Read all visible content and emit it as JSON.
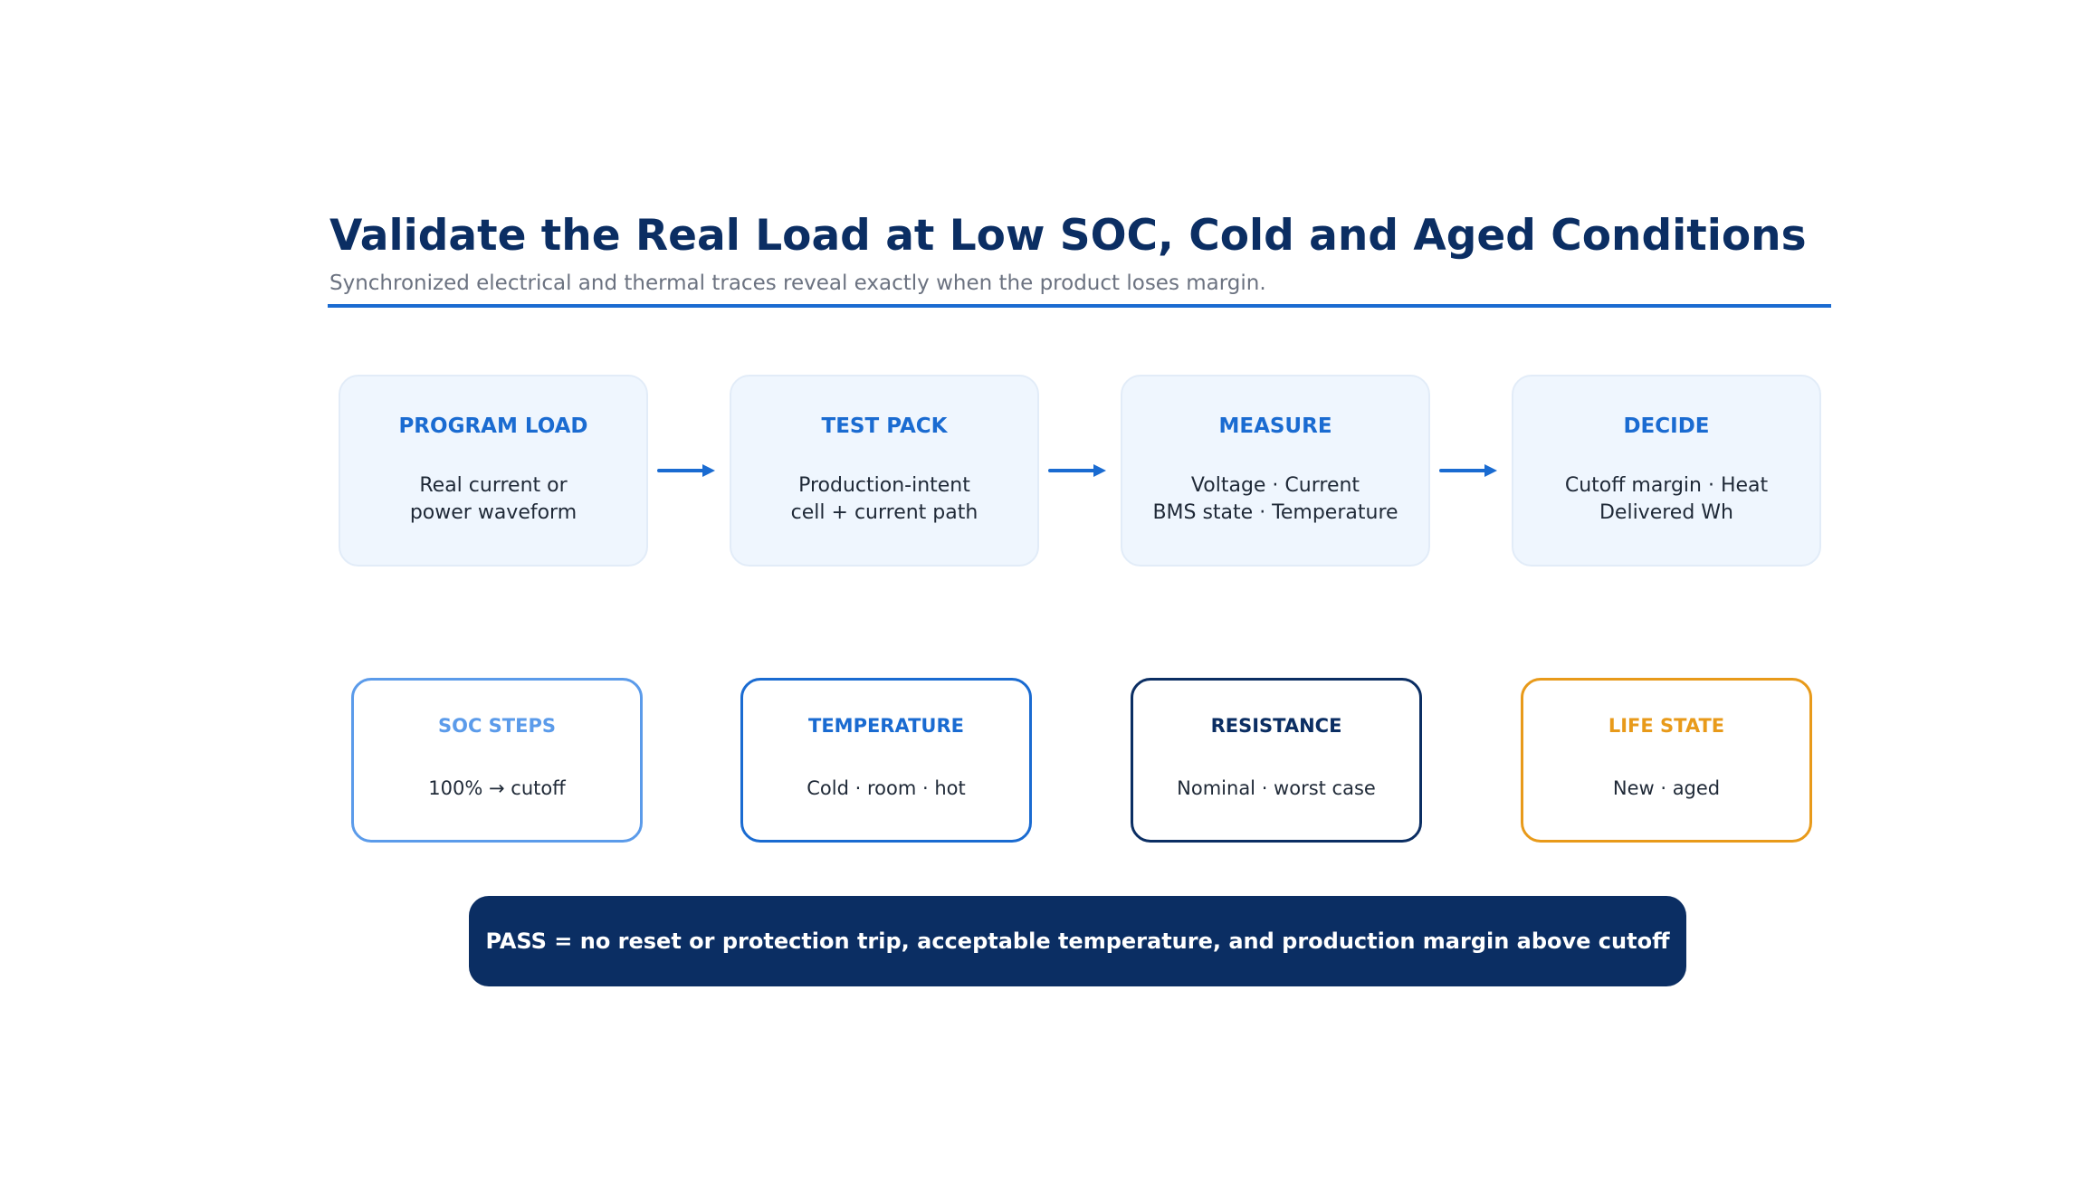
{
  "header": {
    "title": "Validate the Real Load at Low SOC, Cold and Aged Conditions",
    "subtitle": "Synchronized electrical and thermal traces reveal exactly when the product loses margin.",
    "rule_color": "#1a6bd1"
  },
  "flow": {
    "steps": [
      {
        "title": "PROGRAM LOAD",
        "lines": [
          "Real current or",
          "power waveform"
        ]
      },
      {
        "title": "TEST PACK",
        "lines": [
          "Production-intent",
          "cell + current path"
        ]
      },
      {
        "title": "MEASURE",
        "lines": [
          "Voltage · Current",
          "BMS state · Temperature"
        ]
      },
      {
        "title": "DECIDE",
        "lines": [
          "Cutoff margin · Heat",
          "Delivered Wh"
        ]
      }
    ],
    "connector_icon": "arrow-right-icon",
    "accent_color": "#1a6bd1"
  },
  "conditions": [
    {
      "title": "SOC STEPS",
      "value": "100% → cutoff",
      "color": "#5b9bea"
    },
    {
      "title": "TEMPERATURE",
      "value": "Cold · room · hot",
      "color": "#1a6bd1"
    },
    {
      "title": "RESISTANCE",
      "value": "Nominal · worst case",
      "color": "#0b2e63"
    },
    {
      "title": "LIFE STATE",
      "value": "New · aged",
      "color": "#e89a1a"
    }
  ],
  "pass_banner": {
    "text": "PASS = no reset or protection trip, acceptable temperature, and production margin above cutoff",
    "color": "#0b2e63"
  }
}
